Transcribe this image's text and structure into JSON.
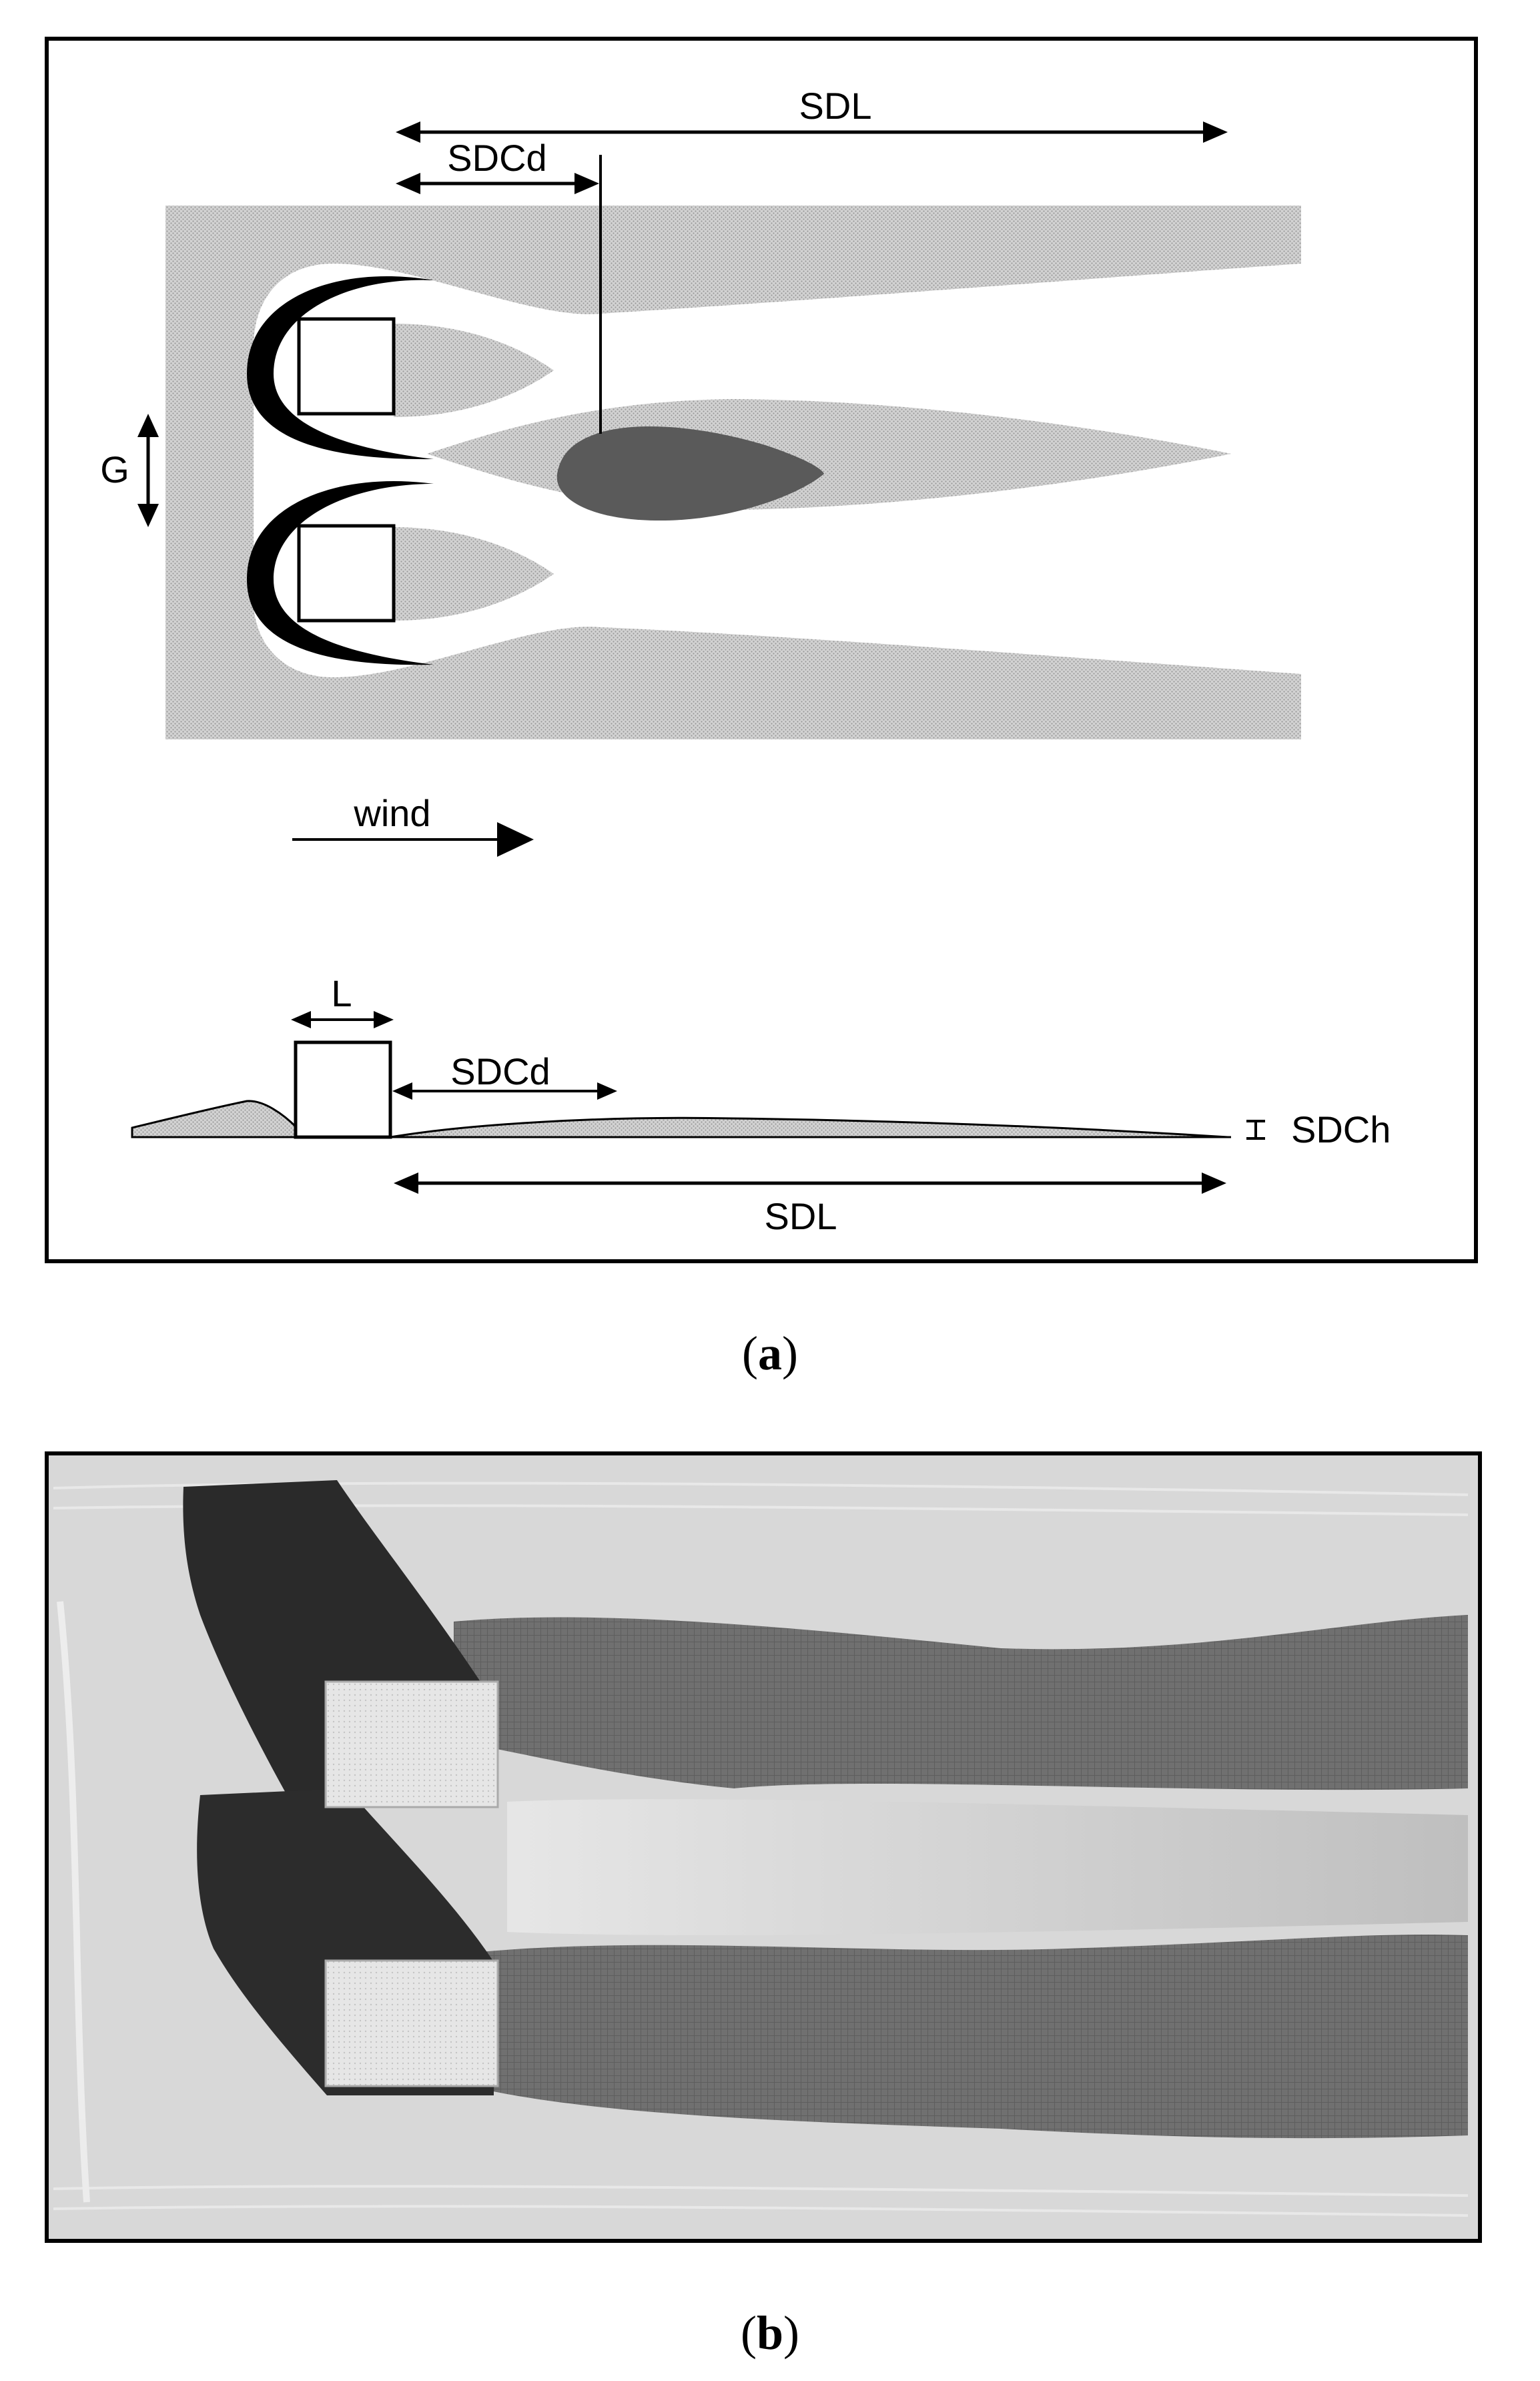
{
  "panel_a": {
    "labels": {
      "sdl_top": "SDL",
      "sdcd_top": "SDCd",
      "gap": "G",
      "wind": "wind",
      "length": "L",
      "sdcd_side": "SDCd",
      "sdch": "SDCh",
      "sdl_bottom": "SDL"
    },
    "caption": {
      "open": "(",
      "letter": "a",
      "close": ")"
    }
  },
  "panel_b": {
    "caption": {
      "open": "(",
      "letter": "b",
      "close": ")"
    }
  },
  "colors": {
    "deposit": "#c6c6c6",
    "dark_core": "#5a5a5a",
    "scour": "#000000",
    "photo_bg": "#d8d8d8",
    "photo_dark": "#2c2c2c",
    "photo_mid": "#707070"
  }
}
